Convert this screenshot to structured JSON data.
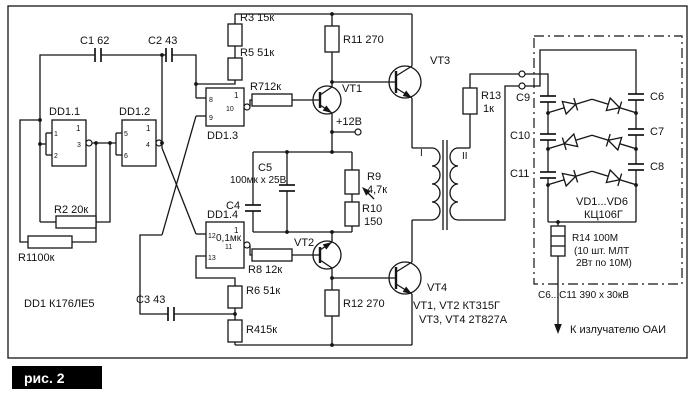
{
  "figure": {
    "caption": "рис. 2"
  },
  "power": {
    "supply": "+12В"
  },
  "annotations": {
    "output": "К излучателю ОАИ"
  },
  "logic": {
    "dd11": "DD1.1",
    "dd12": "DD1.2",
    "dd13": "DD1.3",
    "dd14": "DD1.4",
    "chip": "DD1 К176ЛЕ5",
    "gate": "1",
    "pins": {
      "dd11": [
        "1",
        "2",
        "3"
      ],
      "dd12": [
        "5",
        "6",
        "4"
      ],
      "dd13": [
        "8",
        "9",
        "10"
      ],
      "dd14": [
        "12",
        "13",
        "11"
      ]
    }
  },
  "resistors": {
    "r1": "R1100к",
    "r2": "R2 20к",
    "r3": "R3 15к",
    "r4": "R415к",
    "r5": "R5 51к",
    "r6": "R6 51к",
    "r7": "R712к",
    "r8": "R8 12к",
    "r9": {
      "name": "R9",
      "value": "4,7к"
    },
    "r10": {
      "name": "R10",
      "value": "150"
    },
    "r11": "R11 270",
    "r12": "R12 270",
    "r13": {
      "name": "R13",
      "value": "1к"
    },
    "r14": {
      "name": "R14 100М",
      "note1": "(10 шт. МЛТ",
      "note2": "2Вт по 10М)"
    }
  },
  "capacitors": {
    "c1": "C1 62",
    "c2": "C2 43",
    "c3": "C3 43",
    "c4": {
      "name": "C4",
      "value": "0,1мк"
    },
    "c5": {
      "name": "C5",
      "value": "100мк х 25В"
    },
    "c6": "C6",
    "c7": "C7",
    "c8": "C8",
    "c9": "C9",
    "c10": "C10",
    "c11": "C11",
    "note": "С6...С11 390 х 30кВ"
  },
  "transistors": {
    "vt1": "VT1",
    "vt2": "VT2",
    "vt3": "VT3",
    "vt4": "VT4",
    "type12": "VT1, VT2 КТ315Г",
    "type34": "VT3, VT4 2Т827А"
  },
  "diodes": {
    "range": "VD1...VD6",
    "type": "КЦ106Г"
  },
  "transformer": {
    "primary": "I",
    "secondary": "II"
  }
}
